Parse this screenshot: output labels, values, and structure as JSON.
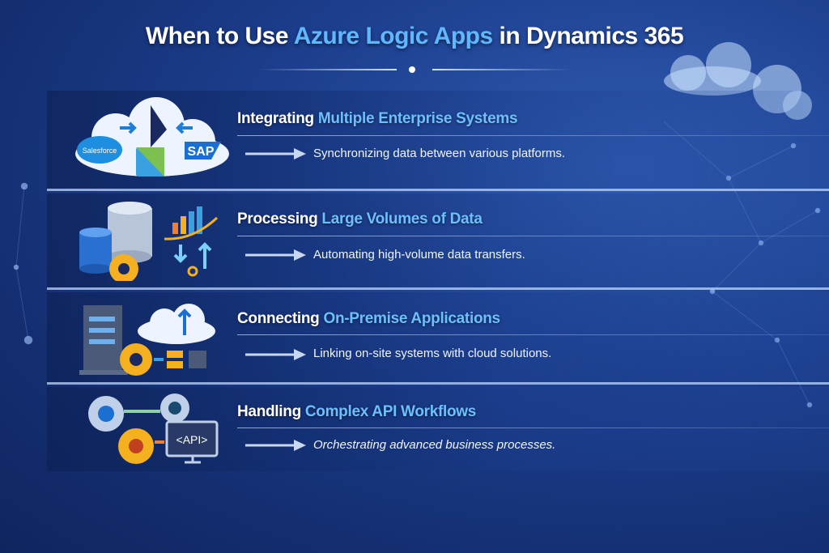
{
  "title": {
    "prefix": "When to Use ",
    "highlight": "Azure Logic Apps",
    "suffix": " in Dynamics 365"
  },
  "colors": {
    "background": "#1d3f8f",
    "highlight": "#5fb8ff",
    "gear": "#f5b020"
  },
  "items": [
    {
      "heading_plain": "Integrating ",
      "heading_highlight": "Multiple Enterprise Systems",
      "description": "Synchronizing data between various platforms.",
      "icon": "cloud-integration-icon",
      "logos": [
        "Salesforce",
        "SAP"
      ]
    },
    {
      "heading_plain": "Processing ",
      "heading_highlight": "Large Volumes of Data",
      "description": "Automating high-volume data transfers.",
      "icon": "database-processing-icon"
    },
    {
      "heading_plain": "Connecting ",
      "heading_highlight": "On-Premise Applications",
      "description": "Linking on-site systems with cloud solutions.",
      "icon": "building-cloud-icon"
    },
    {
      "heading_plain": "Handling ",
      "heading_highlight": "Complex API Workflows",
      "description": "Orchestrating advanced business processes.",
      "icon": "api-gears-icon",
      "api_label": "<API>"
    }
  ]
}
